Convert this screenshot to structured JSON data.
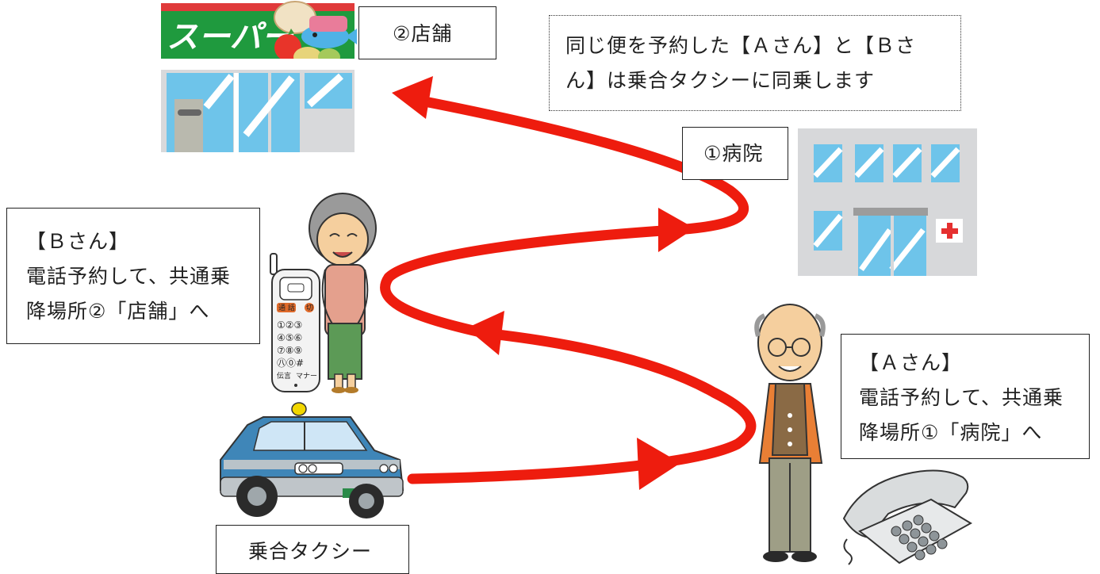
{
  "labels": {
    "store": "②店舗",
    "hospital": "①病院",
    "taxi": "乗合タクシー"
  },
  "note": {
    "line1": "同じ便を予約した【Ａさん】と【Ｂさ",
    "line2": "ん】は乗合タクシーに同乗します"
  },
  "person_b": {
    "title": "【Ｂさん】",
    "line1": "電話予約して、共通乗",
    "line2": "降場所②「店舗」へ"
  },
  "person_a": {
    "title": "【Ａさん】",
    "line1": "電話予約して、共通乗",
    "line2": "降場所①「病院」へ"
  },
  "store_sign": "スーパー",
  "phone_keys": {
    "call": "通 話",
    "end": "切",
    "row1": "①②③",
    "row2": "④⑤⑥",
    "row3": "⑦⑧⑨",
    "row4": "㊇⓪#",
    "memo": "伝言",
    "manner": "マナー"
  },
  "colors": {
    "arrow": "#ee1c0e",
    "store_green": "#1f9a3e",
    "glass": "#69c3ec",
    "building": "#d7d8da",
    "taxi_body": "#3f86b8"
  },
  "icons": [
    "supermarket-icon",
    "hospital-icon",
    "grandmother-icon",
    "cellphone-icon",
    "taxi-icon",
    "grandfather-icon",
    "desk-phone-icon"
  ]
}
